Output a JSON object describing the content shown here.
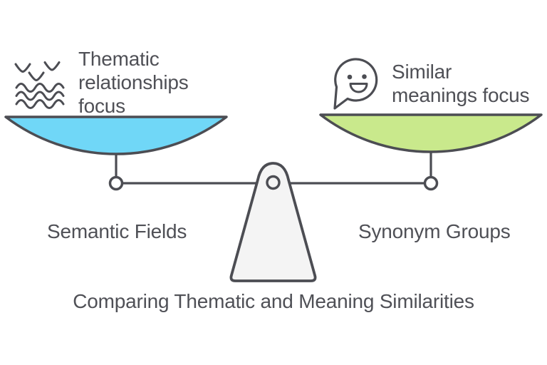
{
  "colors": {
    "background": "#ffffff",
    "outline": "#4c4d53",
    "text": "#4f5056",
    "pan_left_fill": "#70d7f7",
    "pan_right_fill": "#c9e98c",
    "fulcrum_fill": "#f4f4f4"
  },
  "diagram": {
    "type": "balance-scale-comparison",
    "title": "Comparing Thematic and Meaning Similarities",
    "left_side": {
      "icon": "birds-over-waves-icon",
      "caption_lines": [
        "Thematic",
        "relationships",
        "focus"
      ],
      "pan_label": "Semantic Fields"
    },
    "right_side": {
      "icon": "smiley-speech-bubble-icon",
      "caption_lines": [
        "Similar",
        "meanings focus"
      ],
      "pan_label": "Synonym Groups"
    }
  }
}
